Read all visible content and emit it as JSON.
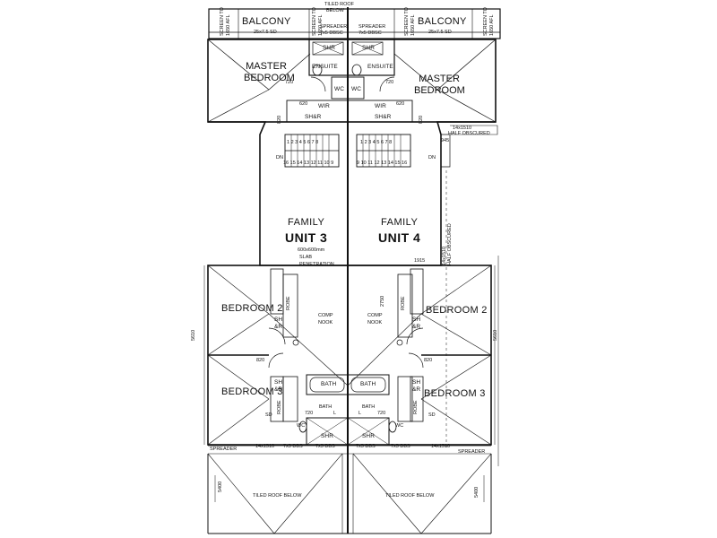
{
  "plan": {
    "units": [
      {
        "unit_label": "UNIT 3",
        "family": "FAMILY",
        "balcony": "BALCONY",
        "balcony_size": "25x7.5 SD",
        "screen_label": "SCREEN TO",
        "screen_height": "1650 AFL",
        "master_line1": "MASTER",
        "master_line2": "BEDROOM",
        "ensuite": "ENSUITE",
        "shr": "SHR",
        "wc": "WC",
        "wir": "WIR",
        "shr_r": "SH&R",
        "dim_620": "620",
        "dim_720": "720",
        "dim_820": "820",
        "spreader": "SPREADER",
        "spreader_top": "SPREADER",
        "dbs_top": "7x5 DBSC",
        "stair_up": "1 2 3 4 5 6 7 8",
        "stair_down": "16 15 14 13 12 11 10 9",
        "dn": "DN",
        "slab_1": "600x600mm",
        "slab_2": "SLAB",
        "slab_3": "PENETRATION",
        "bed2": "BEDROOM 2",
        "bed3": "BEDROOM 3",
        "robe": "ROBE",
        "sh": "SH",
        "r": "&R",
        "comp1": "COMP",
        "comp2": "NOOK",
        "bath": "BATH",
        "l": "L",
        "dim_a": "14x1510",
        "dim_b": "7x5 DBS",
        "dim_c": "7x5 DBS",
        "sd": "SD",
        "tiled": "TILED ROOF BELOW",
        "dim_5400": "5400",
        "dim_5610": "5610",
        "dim_820b": "820",
        "dim_720b": "720"
      },
      {
        "unit_label": "UNIT 4",
        "family": "FAMILY",
        "balcony": "BALCONY",
        "balcony_size": "25x7.5 SD",
        "screen_label": "SCREEN TO",
        "screen_height": "1650 AFL",
        "master_line1": "MASTER",
        "master_line2": "BEDROOM",
        "ensuite": "ENSUITE",
        "shr": "SHR",
        "wc": "WC",
        "wir": "WIR",
        "shr_r": "SH&R",
        "dim_620": "620",
        "dim_720": "720",
        "dim_820": "820",
        "spreader": "SPREADER",
        "spreader_top": "SPREADER",
        "dbs_top": "7x5 DBSC",
        "stair_up": "1 2 3 4 5 6 7 8",
        "stair_down": "9 10 11 12 13 14 15 16",
        "dn": "DN",
        "bed2": "BEDROOM 2",
        "bed3": "BEDROOM 3",
        "robe": "ROBE",
        "sh": "SH",
        "r": "&R",
        "comp1": "COMP",
        "comp2": "NOOK",
        "bath": "BATH",
        "l": "L",
        "dim_a": "14x1510",
        "dim_b": "7x5 DBS",
        "dim_c": "7x5 DBS",
        "sd": "SD",
        "tiled": "TILED ROOF BELOW",
        "dim_5400": "5400",
        "dim_5610": "5610",
        "dim_1915": "1915",
        "dim_2750": "2750",
        "dim_820b": "820",
        "dim_720b": "720",
        "wir_note_1": "14x1510",
        "wir_note_2": "HALF OBSCURED",
        "wir_note_3": "14x1510",
        "wir_note_4": "HALF OBSCURED",
        "dim_945": "945"
      }
    ],
    "tiled_top": "TILED ROOF",
    "tiled_top2": "BELOW"
  }
}
